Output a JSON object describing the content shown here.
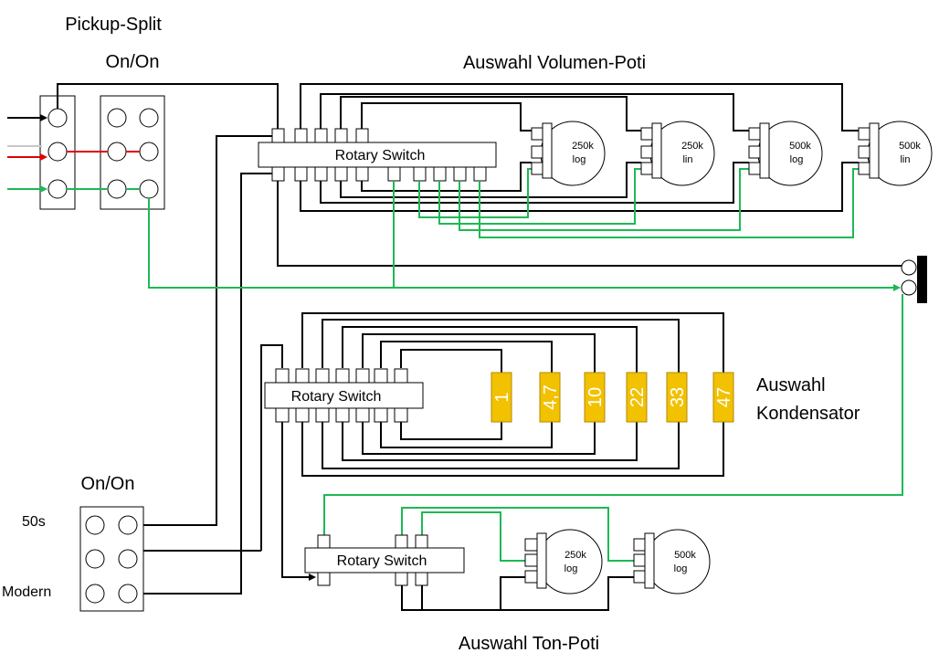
{
  "labels": {
    "pickup_split": "Pickup-Split",
    "on_on_top": "On/On",
    "volume_title": "Auswahl Volumen-Poti",
    "capacitor_title_1": "Auswahl",
    "capacitor_title_2": "Kondensator",
    "on_on_bottom": "On/On",
    "fifties": "50s",
    "modern": "Modern",
    "tone_title": "Auswahl Ton-Poti",
    "rotary_switch": "Rotary Switch"
  },
  "volume_pots": [
    {
      "value": "250k",
      "taper": "log"
    },
    {
      "value": "250k",
      "taper": "lin"
    },
    {
      "value": "500k",
      "taper": "log"
    },
    {
      "value": "500k",
      "taper": "lin"
    }
  ],
  "capacitors": [
    "1",
    "4,7",
    "10",
    "22",
    "33",
    "47"
  ],
  "tone_pots": [
    {
      "value": "250k",
      "taper": "log"
    },
    {
      "value": "500k",
      "taper": "log"
    }
  ],
  "colors": {
    "wire": "#000000",
    "green_wire": "#1db954",
    "red_wire": "#e00000",
    "capacitor": "#f2c100"
  }
}
